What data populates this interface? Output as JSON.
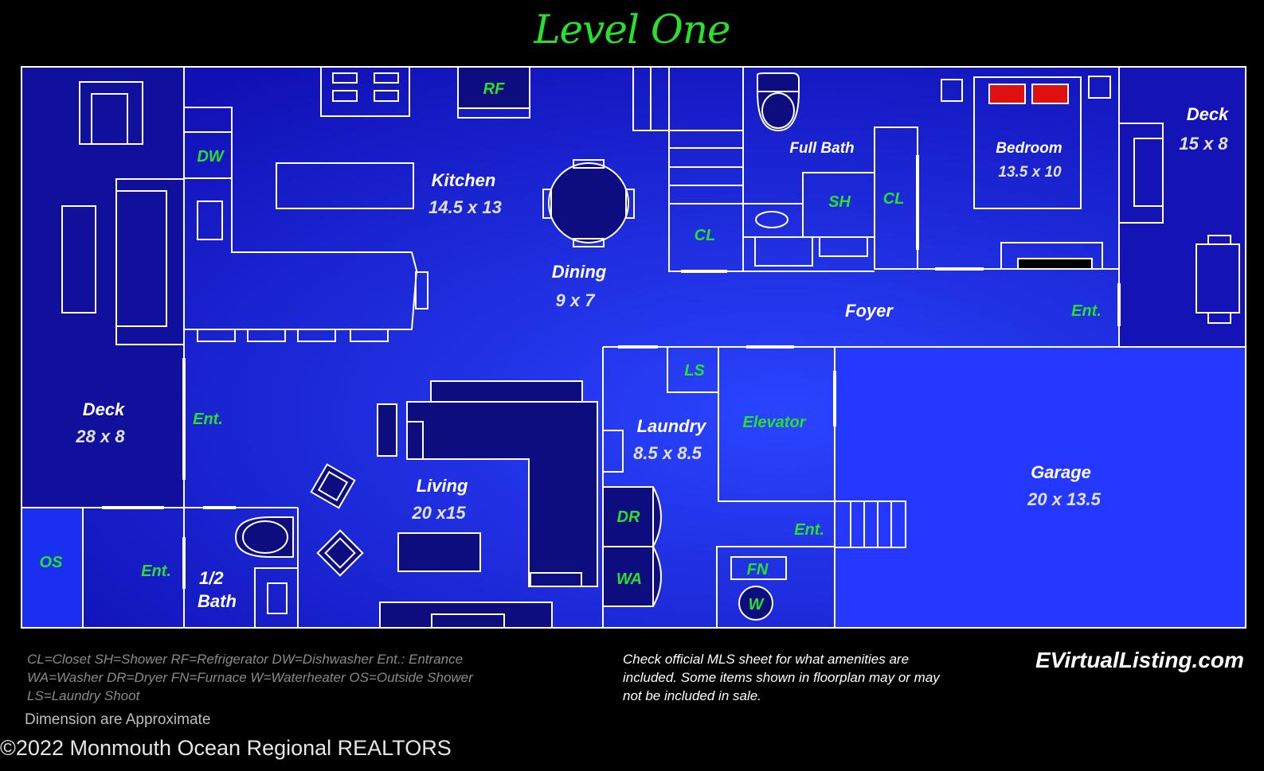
{
  "title": "Level One",
  "colors": {
    "plan_light": "#1f3cff",
    "plan_dark": "#0d0da8",
    "line": "#ffffff",
    "room_label": "#ffffff",
    "fixture_label": "#29e02c",
    "background": "#000000"
  },
  "rooms": {
    "kitchen": {
      "name": "Kitchen",
      "size": "14.5 x 13"
    },
    "dining": {
      "name": "Dining",
      "size": "9 x 7"
    },
    "full_bath": {
      "name": "Full Bath"
    },
    "bedroom": {
      "name": "Bedroom",
      "size": "13.5 x 10"
    },
    "deck_right": {
      "name": "Deck",
      "size": "15 x 8"
    },
    "foyer": {
      "name": "Foyer"
    },
    "deck_left": {
      "name": "Deck",
      "size": "28 x 8"
    },
    "living": {
      "name": "Living",
      "size": "20 x15"
    },
    "laundry": {
      "name": "Laundry",
      "size": "8.5 x 8.5"
    },
    "garage": {
      "name": "Garage",
      "size": "20 x 13.5"
    },
    "half_bath": {
      "name": "1/2\nBath"
    }
  },
  "fixtures": {
    "dw": "DW",
    "rf": "RF",
    "cl_hall": "CL",
    "sh": "SH",
    "cl_bath": "CL",
    "ent_foyer": "Ent.",
    "ent_deck": "Ent.",
    "ls": "LS",
    "elevator": "Elevator",
    "dr": "DR",
    "wa": "WA",
    "ent_garage": "Ent.",
    "fn": "FN",
    "w": "W",
    "os": "OS",
    "ent_os": "Ent."
  },
  "legend": {
    "line1": "CL=Closet  SH=Shower RF=Refrigerator  DW=Dishwasher Ent.: Entrance",
    "line2": "WA=Washer DR=Dryer FN=Furnace W=Waterheater OS=Outside Shower",
    "line3": "LS=Laundry Shoot"
  },
  "approx_note": "Dimension are Approximate",
  "copyright": "©2022 Monmouth Ocean Regional REALTORS",
  "disclaimer": "Check official MLS sheet for what amenities are included. Some items shown in floorplan may or may not be included in sale.",
  "brand": "EVirtualListing.com"
}
